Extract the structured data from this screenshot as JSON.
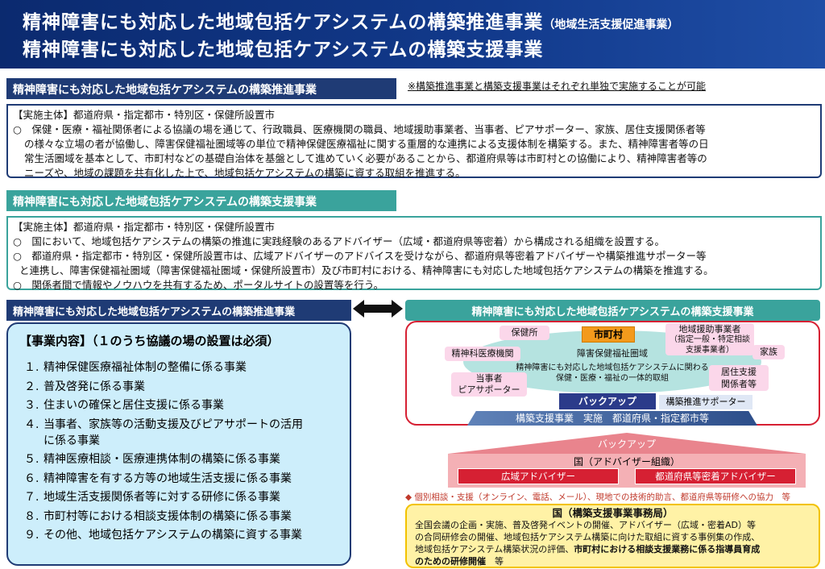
{
  "header": {
    "line1": "精神障害にも対応した地域包括ケアシステムの構築推進事業",
    "line1_note": "（地域生活支援促進事業）",
    "line2": "精神障害にも対応した地域包括ケアシステムの構築支援事業"
  },
  "section1": {
    "tab": "精神障害にも対応した地域包括ケアシステムの構築推進事業",
    "note": "※構築推進事業と構築支援事業はそれぞれ単独で実施することが可能",
    "lines": [
      "【実施主体】都道府県・指定都市・特別区・保健所設置市",
      "○　保健・医療・福祉関係者による協議の場を通じて、行政職員、医療機関の職員、地域援助事業者、当事者、ピアサポーター、家族、居住支援関係者等",
      "の様々な立場の者が協働し、障害保健福祉圏域等の単位で精神保健医療福祉に関する重層的な連携による支援体制を構築する。また、精神障害者等の日",
      "常生活圏域を基本として、市町村などの基礎自治体を基盤として進めていく必要があることから、都道府県等は市町村との協働により、精神障害者等の",
      "ニーズや、地域の課題を共有化した上で、地域包括ケアシステムの構築に資する取組を推進する。"
    ]
  },
  "section2": {
    "tab": "精神障害にも対応した地域包括ケアシステムの構築支援事業",
    "lines": [
      "【実施主体】都道府県・指定都市・特別区・保健所設置市",
      "○　国において、地域包括ケアシステムの構築の推進に実践経験のあるアドバイザー（広域・都道府県等密着）から構成される組織を設置する。",
      "○　都道府県・指定都市・特別区・保健所設置市は、広域アドバイザーのアドバイスを受けながら、都道府県等密着アドバイザーや構築推進サポーター等",
      "と連携し、障害保健福祉圏域（障害保健福祉圏域・保健所設置市）及び市町村における、精神障害にも対応した地域包括ケアシステムの構築を推進する。",
      "○　関係者間で情報やノウハウを共有するため、ポータルサイトの設置等を行う。"
    ]
  },
  "left": {
    "tab": "精神障害にも対応した地域包括ケアシステムの構築推進事業",
    "title": "【事業内容】（１のうち協議の場の設置は必須）",
    "items": [
      {
        "num": "１.",
        "text": "精神保健医療福祉体制の整備に係る事業"
      },
      {
        "num": "２.",
        "text": "普及啓発に係る事業"
      },
      {
        "num": "３.",
        "text": "住まいの確保と居住支援に係る事業"
      },
      {
        "num": "４.",
        "text": "当事者、家族等の活動支援及びピアサポートの活用",
        "cont": "に係る事業"
      },
      {
        "num": "５.",
        "text": "精神医療相談・医療連携体制の構築に係る事業"
      },
      {
        "num": "６.",
        "text": "精神障害を有する方等の地域生活支援に係る事業"
      },
      {
        "num": "７.",
        "text": "地域生活支援関係者等に対する研修に係る事業"
      },
      {
        "num": "８.",
        "text": "市町村等における相談支援体制の構築に係る事業"
      },
      {
        "num": "９.",
        "text": "その他、地域包括ケアシステムの構築に資する事業"
      }
    ]
  },
  "right": {
    "tab": "精神障害にも対応した地域包括ケアシステムの構築支援事業",
    "hokenjo": "保健所",
    "city": "市町村",
    "enjo1": "地域援助事業者",
    "enjo2": "（指定一般・特定相談",
    "enjo3": "支援事業者）",
    "seishin": "精神科医療機関",
    "kazoku": "家族",
    "area": "障害保健福祉圏域",
    "center1": "精神障害にも対応した地域包括ケアシステムに関わる",
    "center2": "保健・医療・福祉の一体的取組",
    "touji1": "当事者",
    "touji2": "ピアサポーター",
    "kyoju1": "居住支援",
    "kyoju2": "関係者等",
    "backup": "バックアップ",
    "supporter": "構築推進サポーター",
    "bar": "構築支援事業　実施　都道府県・指定都市等",
    "backup2": "バックアップ",
    "kuni_org": "国（アドバイザー組織）",
    "adv1": "広域アドバイザー",
    "adv2": "都道府県等密着アドバイザー",
    "diamond": "◆ 個別相談・支援（オンライン、電話、メール）、現地での技術的助言、都道府県等研修への協力　等",
    "kbox_title": "国（構築支援事業事務局）",
    "kbox_l1": "全国会議の企画・実施、普及啓発イベントの開催、アドバイザー（広域・密着AD）等",
    "kbox_l2": "の合同研修会の開催、地域包括ケアシステム構築に向けた取組に資する事例集の作成、",
    "kbox_l3a": "地域包括ケアシステム構築状況の評価、",
    "kbox_l3b": "市町村における相談支援業務に係る指導員育成",
    "kbox_l4a": "のための研修開催",
    "kbox_l4b": "　等"
  },
  "colors": {
    "navy": "#1f3b75",
    "teal": "#3aa39c",
    "red": "#d62033",
    "orange": "#f39a1c",
    "yellow": "#fff2a6"
  }
}
